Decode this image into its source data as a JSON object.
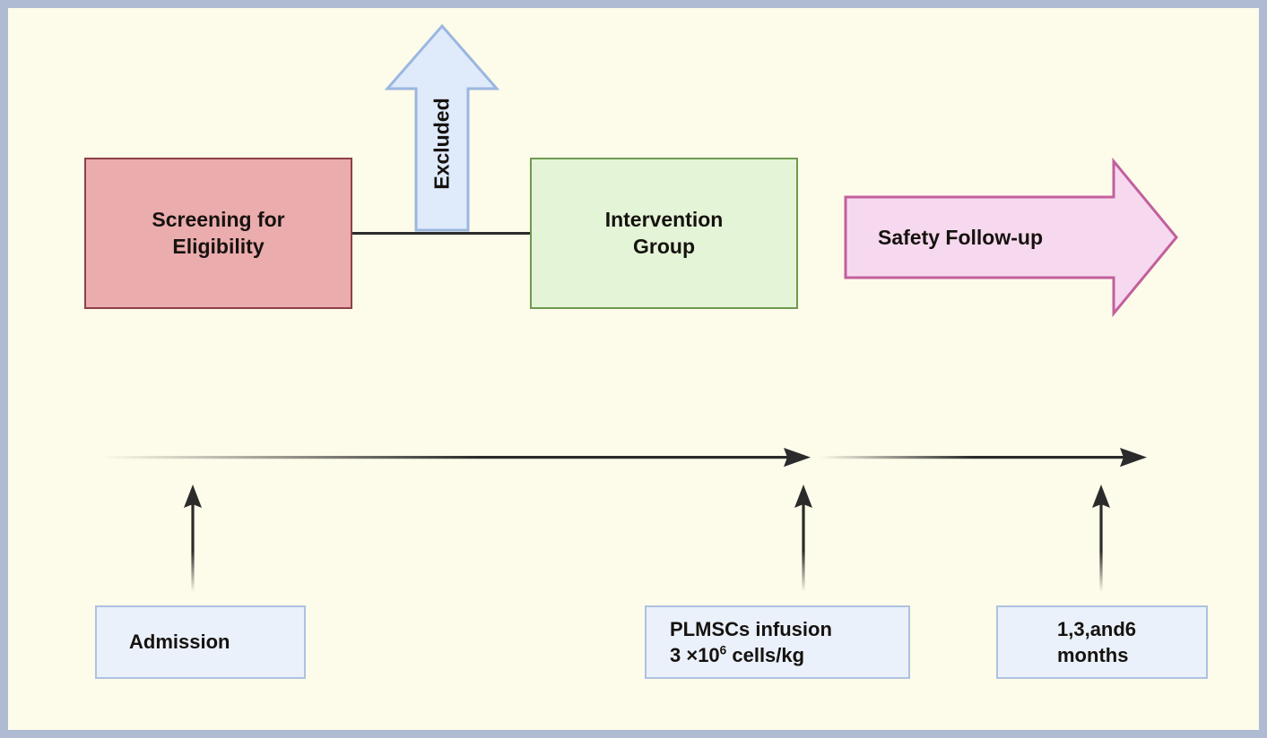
{
  "figure": {
    "background_color": "#fdfbe9",
    "border_color": "#aebbd2"
  },
  "flow": {
    "screening": {
      "label_line1": "Screening for",
      "label_line2": "Eligibility",
      "fill": "#ebacae",
      "stroke": "#8c4047"
    },
    "excluded": {
      "label": "Excluded",
      "fill": "#dfeafb",
      "stroke": "#9bb7df",
      "direction": "up"
    },
    "intervention": {
      "label_line1": "Intervention",
      "label_line2": "Group",
      "fill": "#e4f4d7",
      "stroke": "#6e9a4f"
    },
    "safety_followup": {
      "label": "Safety Follow-up",
      "fill": "#f7d9ef",
      "stroke": "#c2609e",
      "direction": "right"
    }
  },
  "timeline": {
    "line_color": "#2b2b2b",
    "segments": [
      {
        "name": "admission-to-infusion"
      },
      {
        "name": "infusion-to-followup"
      }
    ],
    "events": [
      {
        "name": "admission",
        "label_line1": "Admission",
        "label_line2": ""
      },
      {
        "name": "infusion",
        "label_line1": "PLMSCs infusion",
        "dose_prefix": "3 ×10",
        "dose_exponent": "6",
        "dose_suffix": " cells/kg"
      },
      {
        "name": "followup",
        "label_line1": "1,3,and6",
        "label_line2": "months"
      }
    ],
    "box_fill": "#eaf1fb",
    "box_stroke": "#aec2e0"
  }
}
